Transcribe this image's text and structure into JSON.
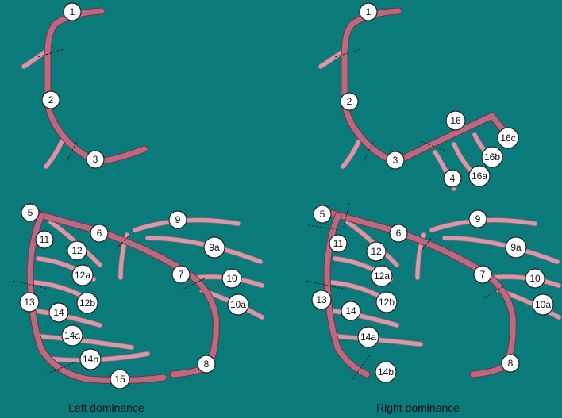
{
  "diagram": {
    "left_caption": "Left dominance",
    "right_caption": "Right dominance",
    "left_rca_segments": [
      "1",
      "2",
      "3"
    ],
    "right_rca_segments": [
      "1",
      "2",
      "3",
      "4",
      "16",
      "16a",
      "16b",
      "16c"
    ],
    "left_lca_segments": [
      "5",
      "6",
      "7",
      "8",
      "9",
      "9a",
      "10",
      "10a",
      "11",
      "12",
      "12a",
      "12b",
      "13",
      "14",
      "14a",
      "14b",
      "15"
    ],
    "right_lca_segments": [
      "5",
      "6",
      "7",
      "8",
      "9",
      "9a",
      "10",
      "10a",
      "11",
      "12",
      "12a",
      "12b",
      "13",
      "14",
      "14a",
      "14b"
    ]
  },
  "colors": {
    "vessel": "#b86b80",
    "vessel_edge": "#7a2e45",
    "branch": "#d49aa8",
    "frame": "#0b7a7a"
  }
}
